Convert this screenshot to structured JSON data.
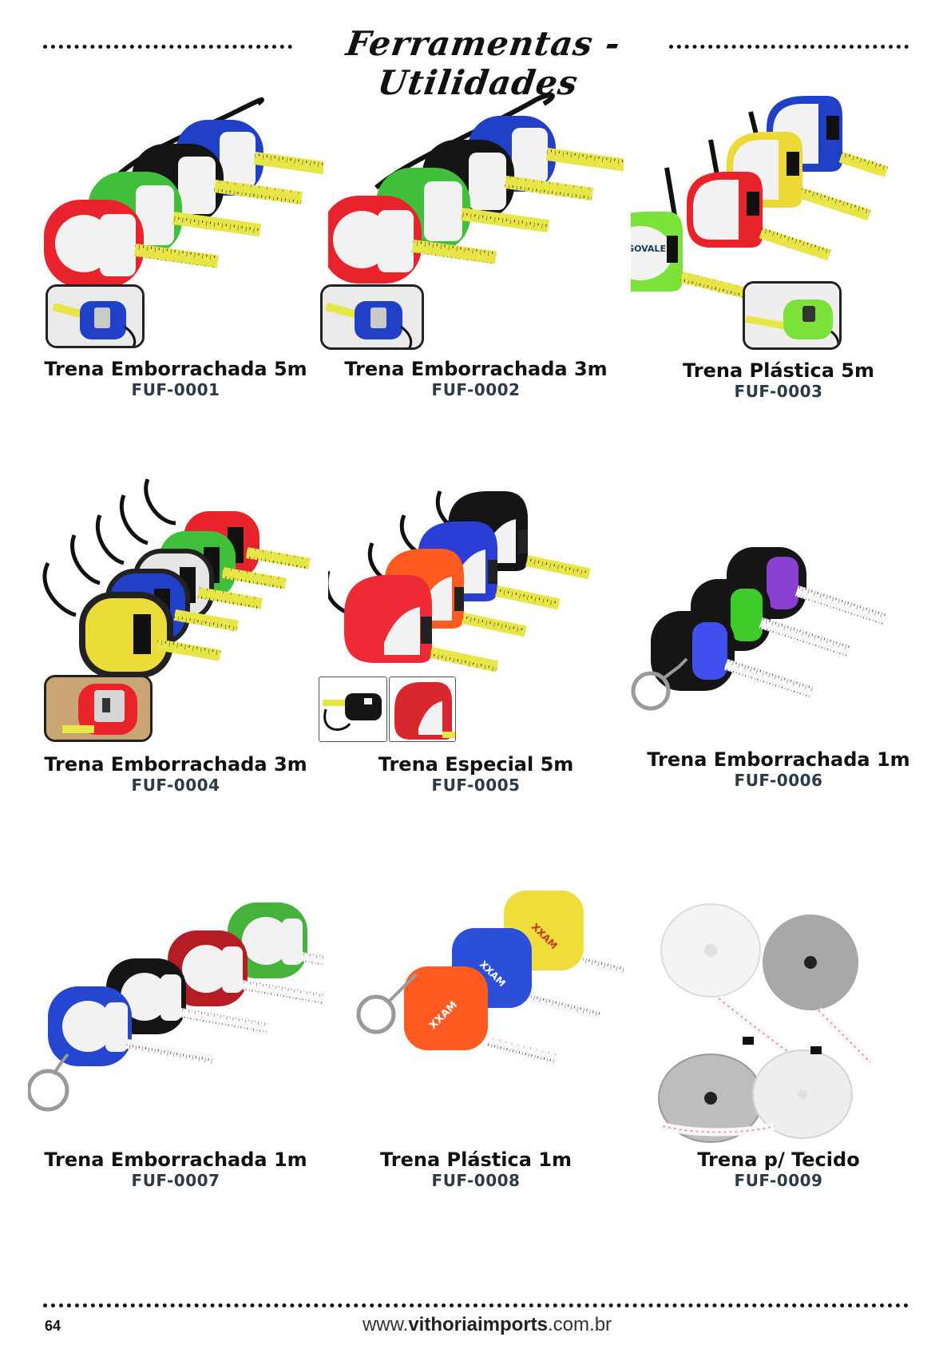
{
  "header": {
    "title": "Ferramentas - Utilidades"
  },
  "products": [
    {
      "name": "Trena Emborrachada 5m",
      "code": "FUF-0001"
    },
    {
      "name": "Trena Emborrachada 3m",
      "code": "FUF-0002"
    },
    {
      "name": "Trena Plástica 5m",
      "code": "FUF-0003"
    },
    {
      "name": "Trena Emborrachada 3m",
      "code": "FUF-0004"
    },
    {
      "name": "Trena Especial 5m",
      "code": "FUF-0005"
    },
    {
      "name": "Trena Emborrachada 1m",
      "code": "FUF-0006"
    },
    {
      "name": "Trena Emborrachada 1m",
      "code": "FUF-0007"
    },
    {
      "name": "Trena Plástica 1m",
      "code": "FUF-0008"
    },
    {
      "name": "Trena p/ Tecido",
      "code": "FUF-0009"
    }
  ],
  "product_images": {
    "tegovale_logo": "TEGOVALE",
    "xxam_logo": "XXAM"
  },
  "footer": {
    "page_number": "64",
    "website_prefix": "www.",
    "website_bold": "vithoriaimports",
    "website_suffix": ".com.br"
  },
  "colors": {
    "red": "#e8232b",
    "green": "#3fbf3a",
    "black": "#151515",
    "blue": "#2140c8",
    "yellow": "#ecd936",
    "lime": "#7be23a",
    "orange": "#ff5a1f",
    "purple": "#8a3fd0",
    "silver": "#b8b8b8",
    "white": "#f5f5f5",
    "tape_yellow": "#e8e646",
    "code_color": "#2c3a43"
  }
}
